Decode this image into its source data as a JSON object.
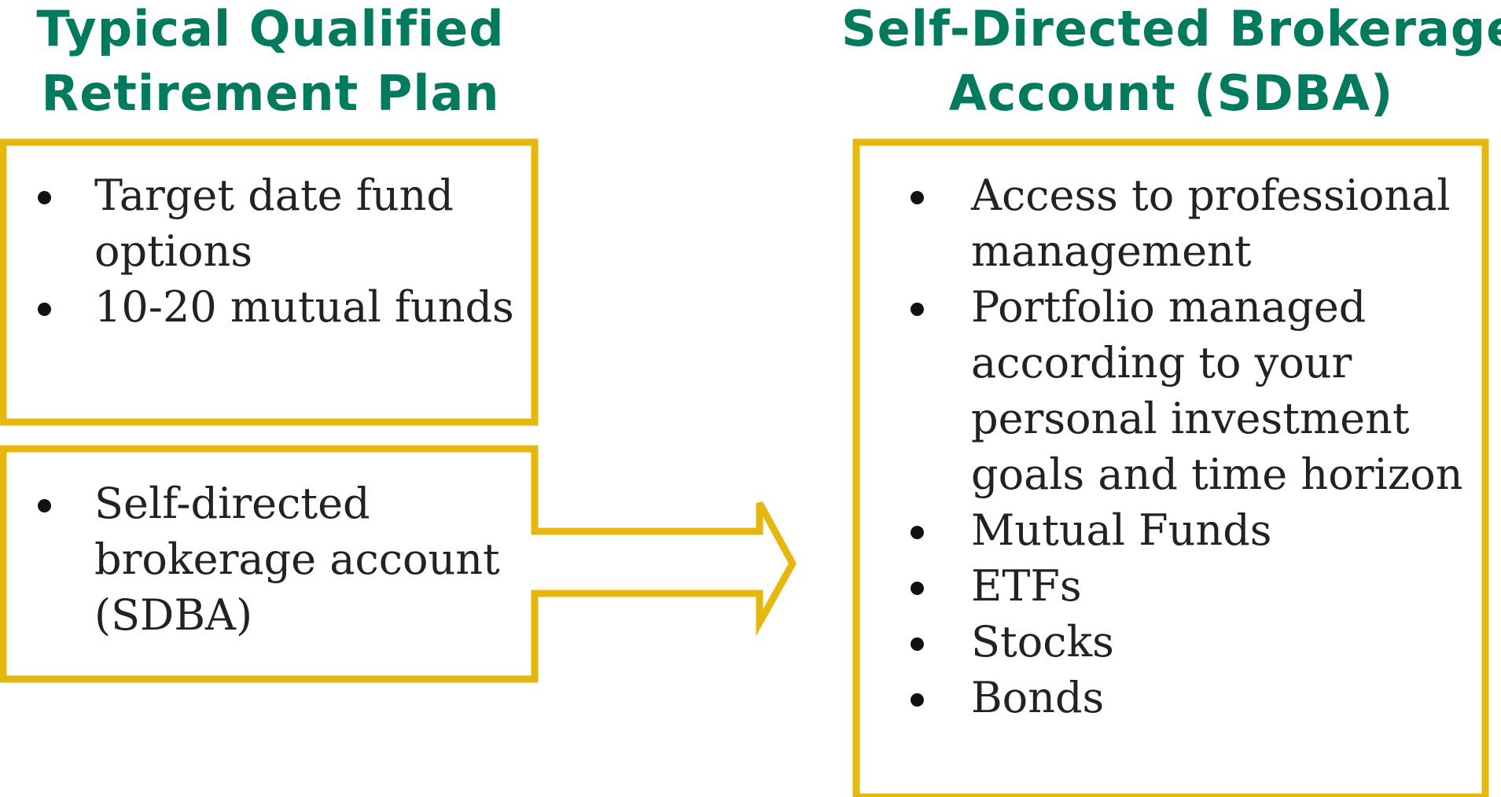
{
  "headings": {
    "left_line1": "Typical Qualified",
    "left_line2": "Retirement Plan",
    "right_line1": "Self-Directed Brokerage",
    "right_line2": "Account (SDBA)"
  },
  "plan_options": [
    "Target date fund options",
    "10-20 mutual funds"
  ],
  "sdba_option": [
    "Self-directed brokerage account (SDBA)"
  ],
  "sdba_features": [
    "Access to professional management",
    "Portfolio managed according to your personal investment goals and time horizon",
    "Mutual Funds",
    "ETFs",
    "Stocks",
    "Bonds"
  ],
  "colors": {
    "heading": "#027a5e",
    "border": "#e6b70c",
    "text": "#222222"
  },
  "icons": {
    "bullet": "filled-circle",
    "connector": "right-arrow-outline"
  }
}
